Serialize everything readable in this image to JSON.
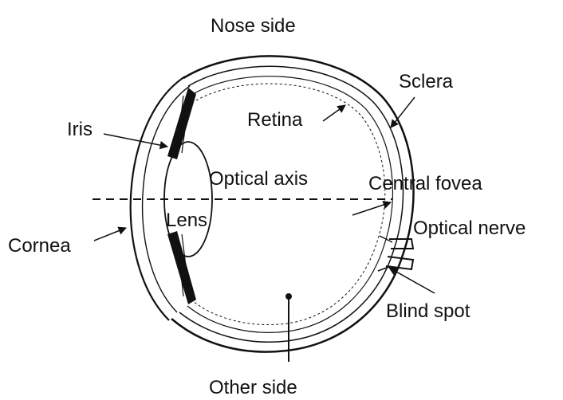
{
  "labels": {
    "nose_side": "Nose side",
    "other_side": "Other side",
    "sclera": "Sclera",
    "retina": "Retina",
    "iris": "Iris",
    "optical_axis": "Optical axis",
    "central_fovea": "Central fovea",
    "lens": "Lens",
    "optical_nerve": "Optical nerve",
    "cornea": "Cornea",
    "blind_spot": "Blind spot"
  },
  "colors": {
    "ink": "#111111",
    "background": "#ffffff"
  }
}
